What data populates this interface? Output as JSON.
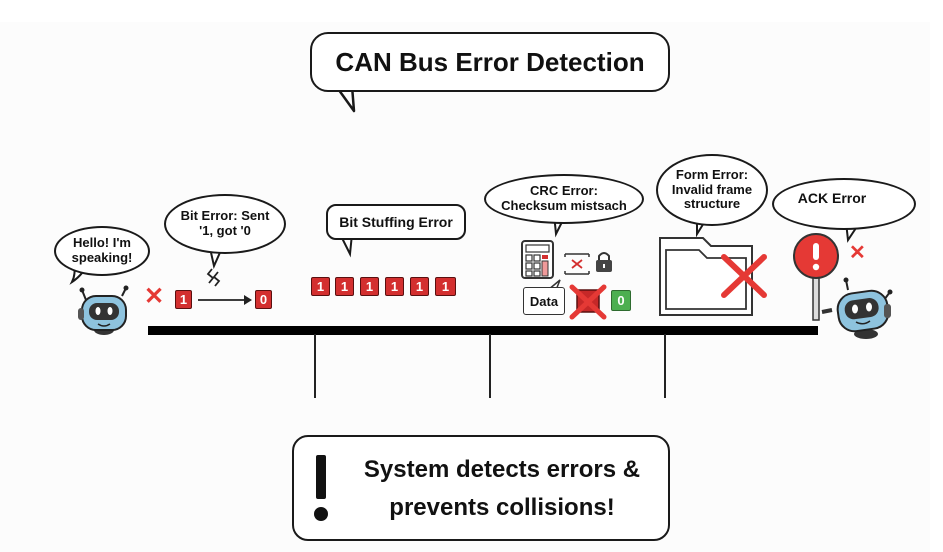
{
  "title": "CAN Bus Error Detection",
  "speaker": {
    "speech": "Hello! I'm speaking!",
    "icon": "robot-icon",
    "status_icon": "red-x-icon"
  },
  "bit_error": {
    "label": "Bit Error: Sent '1, got '0",
    "label_line1": "Bit Error: Sent",
    "label_line2": "'1, got '0",
    "sent_bit": "1",
    "received_bit": "0",
    "icons": [
      "interference-icon",
      "arrow-right-icon"
    ]
  },
  "bit_stuffing_error": {
    "label": "Bit Stuffing Error",
    "bits": [
      "1",
      "1",
      "1",
      "1",
      "1",
      "1"
    ]
  },
  "crc_error": {
    "label_line1": "CRC Error:",
    "label_line2": "Checksum mistsach",
    "data_label": "Data",
    "result_bit": "0",
    "icons": [
      "calculator-icon",
      "mismatch-icon",
      "lock-icon",
      "crossed-bit-icon"
    ]
  },
  "form_error": {
    "label_line1": "Form Error:",
    "label_line2": "Invalid frame",
    "label_line3": "structure",
    "icons": [
      "folder-icon",
      "red-x-icon"
    ]
  },
  "ack_error": {
    "label": "ACK Error",
    "icons": [
      "warning-sign-icon",
      "red-x-icon",
      "robot-icon"
    ]
  },
  "footer": {
    "line1": "System detects errors &",
    "line2": "prevents collisions!",
    "icon": "exclamation-icon"
  },
  "colors": {
    "error_red": "#d32f2f",
    "ok_green": "#4caf50",
    "robot_blue": "#8ec3de",
    "bus_black": "#000000"
  }
}
